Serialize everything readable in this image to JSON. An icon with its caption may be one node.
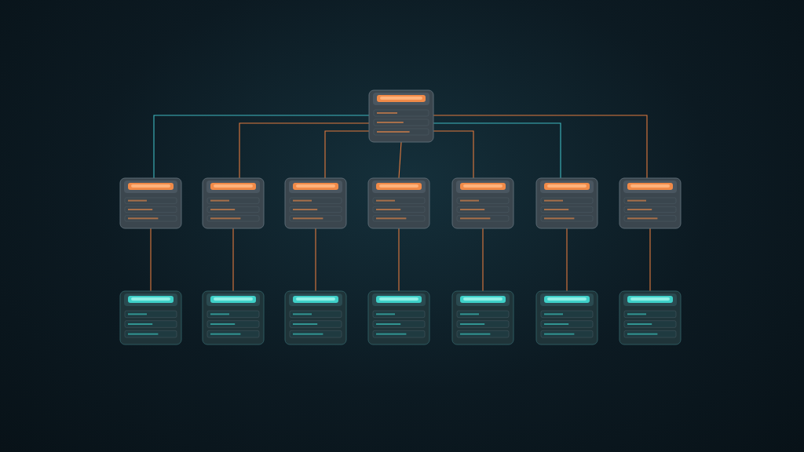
{
  "diagram": {
    "nodes": [
      {
        "text": [],
        "shape": "box"
      },
      {
        "text": [],
        "shape": "box"
      },
      {
        "text": [],
        "shape": "box"
      },
      {
        "text": [],
        "shape": "box"
      },
      {
        "text": [],
        "shape": "box"
      },
      {
        "text": [],
        "shape": "box"
      },
      {
        "text": [],
        "shape": "box"
      },
      {
        "text": [],
        "shape": "box"
      },
      {
        "text": [],
        "shape": "box"
      },
      {
        "text": [],
        "shape": "box"
      },
      {
        "text": [],
        "shape": "box"
      },
      {
        "text": [],
        "shape": "box"
      },
      {
        "text": [],
        "shape": "box"
      },
      {
        "text": [],
        "shape": "box"
      },
      {
        "text": [],
        "shape": "box"
      }
    ],
    "edges": [
      {
        "from": 0,
        "to": 1,
        "arrow": "none",
        "color": "#3fb8c0"
      },
      {
        "from": 0,
        "to": 2,
        "arrow": "none"
      },
      {
        "from": 0,
        "to": 3,
        "arrow": "none"
      },
      {
        "from": 0,
        "to": 4,
        "arrow": "none"
      },
      {
        "from": 0,
        "to": 5,
        "arrow": "none"
      },
      {
        "from": 0,
        "to": 6,
        "arrow": "none",
        "color": "#3fb8c0"
      },
      {
        "from": 0,
        "to": 7,
        "arrow": "none"
      },
      {
        "from": 1,
        "to": 8,
        "arrow": "none"
      },
      {
        "from": 2,
        "to": 9,
        "arrow": "none"
      },
      {
        "from": 3,
        "to": 10,
        "arrow": "none"
      },
      {
        "from": 4,
        "to": 11,
        "arrow": "none"
      },
      {
        "from": 5,
        "to": 12,
        "arrow": "none"
      },
      {
        "from": 6,
        "to": 13,
        "arrow": "none"
      },
      {
        "from": 7,
        "to": 14,
        "arrow": "none"
      }
    ]
  }
}
